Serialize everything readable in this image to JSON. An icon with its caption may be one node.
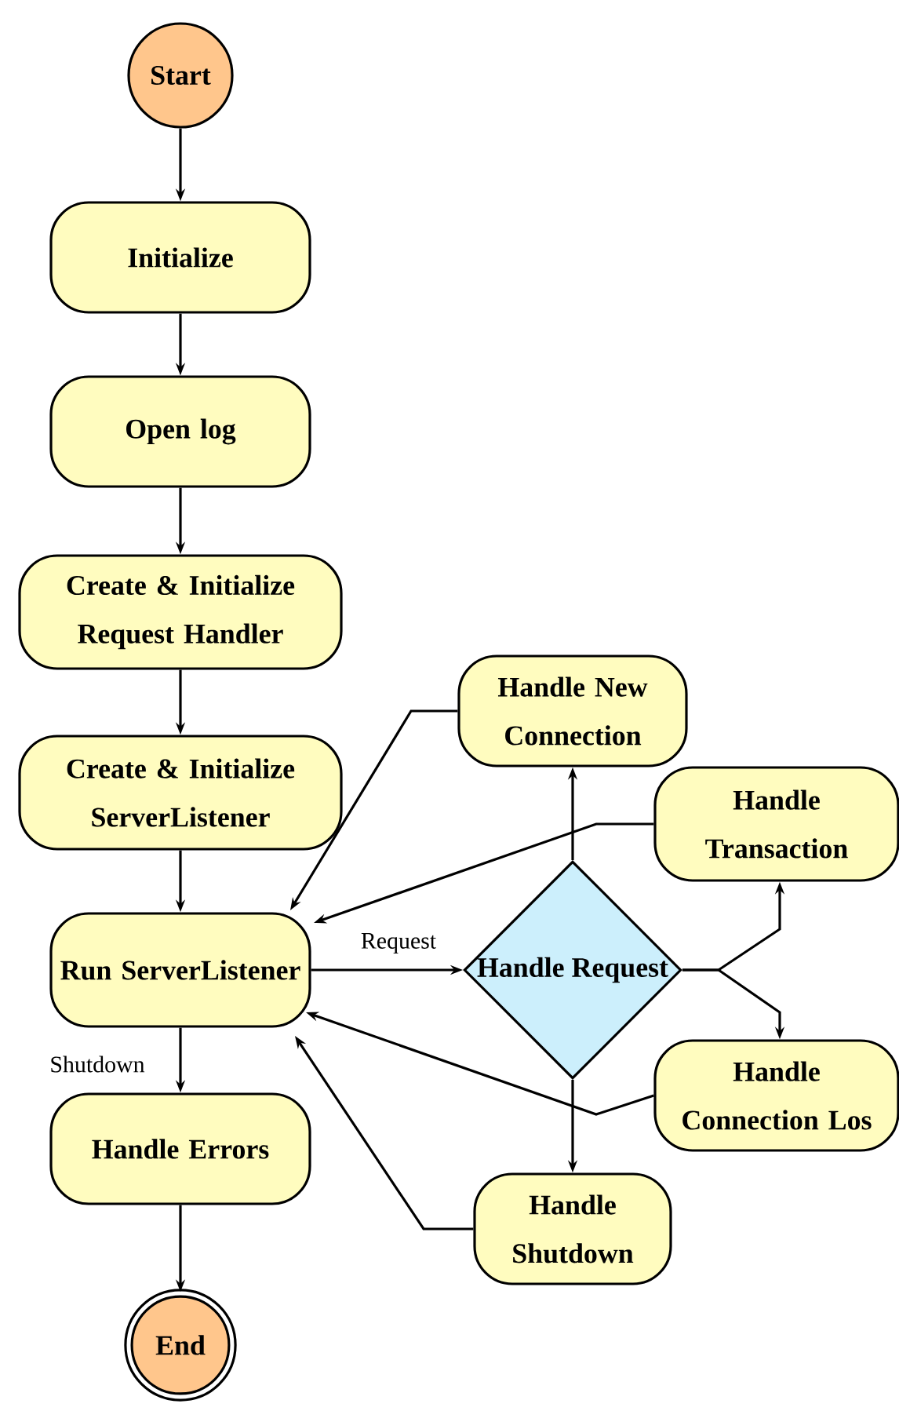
{
  "diagram": {
    "nodes": [
      {
        "text": [
          "Start"
        ]
      },
      {
        "text": [
          "Initialize"
        ]
      },
      {
        "text": [
          "Open log"
        ]
      },
      {
        "text": [
          "Create & Initialize Request Handler"
        ]
      },
      {
        "text": [
          "Create & Initialize ServerListener"
        ]
      },
      {
        "text": [
          "Run ServerListener"
        ]
      },
      {
        "text": [
          "Handle Errors"
        ]
      },
      {
        "text": [
          "End"
        ]
      },
      {
        "text": [
          "Handle New Connection"
        ]
      },
      {
        "text": [
          "Handle Transaction"
        ]
      },
      {
        "text": [
          "Handle Request"
        ]
      },
      {
        "text": [
          "Handle Connection Los"
        ]
      },
      {
        "text": [
          "Handle Shutdown"
        ]
      }
    ],
    "edges": [
      {
        "from": 0,
        "to": 1,
        "arrow": "to"
      },
      {
        "from": 1,
        "to": 2,
        "arrow": "to"
      },
      {
        "from": 2,
        "to": 3,
        "arrow": "to"
      },
      {
        "from": 3,
        "to": 4,
        "arrow": "to"
      },
      {
        "from": 4,
        "to": 5,
        "arrow": "to"
      },
      {
        "from": 5,
        "to": 10,
        "arrow": "to",
        "label": "Request"
      },
      {
        "from": 5,
        "to": 6,
        "arrow": "to",
        "label": "Shutdown"
      },
      {
        "from": 6,
        "to": 7,
        "arrow": "to"
      },
      {
        "from": 10,
        "to": 8,
        "arrow": "to"
      },
      {
        "from": 10,
        "to": 9,
        "arrow": "to"
      },
      {
        "from": 10,
        "to": 11,
        "arrow": "to"
      },
      {
        "from": 10,
        "to": 12,
        "arrow": "to"
      },
      {
        "from": 8,
        "to": 5,
        "arrow": "to"
      },
      {
        "from": 9,
        "to": 5,
        "arrow": "to"
      },
      {
        "from": 11,
        "to": 5,
        "arrow": "to"
      },
      {
        "from": 12,
        "to": 5,
        "arrow": "to"
      }
    ]
  }
}
